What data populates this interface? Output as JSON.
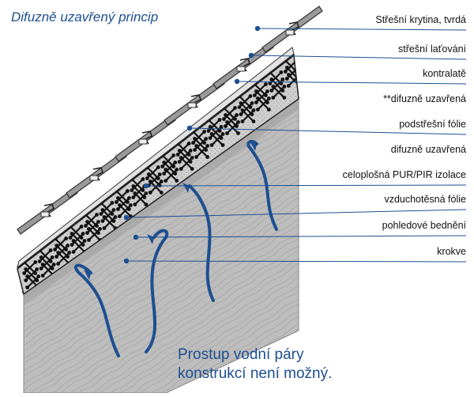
{
  "title": "Difuzně uzavřený princip",
  "labels": [
    "Střešní krytina, tvrdá",
    "střešní laťování",
    "kontralatě",
    "**difuzně uzavřená",
    "podstřešní fólie",
    "difuzně uzavřená",
    "celoplošná PUR/PIR izolace",
    "vzduchotěsná fólie",
    "pohledové bednění",
    "krokve"
  ],
  "caption": {
    "line1": "Prostup vodní páry",
    "line2": "konstrukcí není možný."
  },
  "colors": {
    "accent": "#1d4f91",
    "leader": "#1d4f91",
    "insulation": "#c8c8c8",
    "rafter": "#b5b5b5",
    "tile": "#7a7a7a"
  }
}
